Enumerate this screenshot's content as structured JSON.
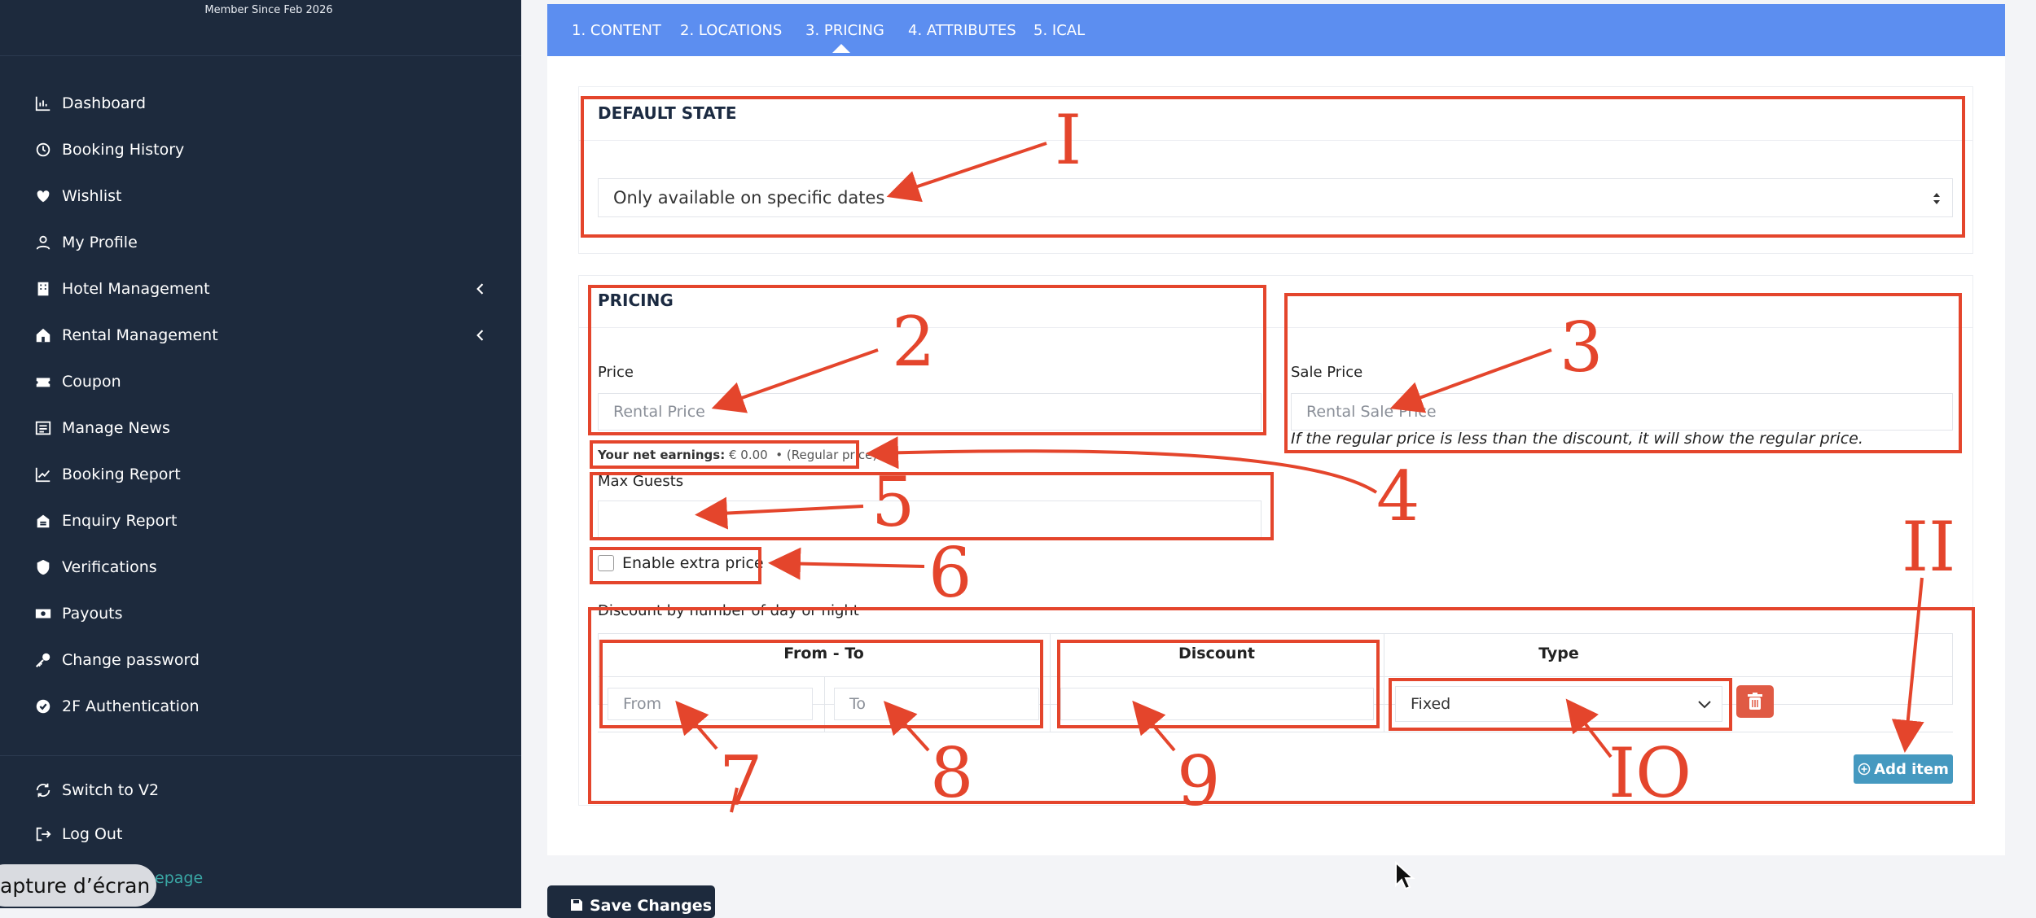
{
  "sidebar": {
    "member_since": "Member Since Feb 2026",
    "items": [
      {
        "label": "Dashboard",
        "icon": "chart-icon"
      },
      {
        "label": "Booking History",
        "icon": "history-icon"
      },
      {
        "label": "Wishlist",
        "icon": "heart-icon"
      },
      {
        "label": "My Profile",
        "icon": "user-icon"
      },
      {
        "label": "Hotel Management",
        "icon": "building-icon"
      },
      {
        "label": "Rental Management",
        "icon": "house-icon"
      },
      {
        "label": "Coupon",
        "icon": "ticket-icon"
      },
      {
        "label": "Manage News",
        "icon": "news-icon"
      },
      {
        "label": "Booking Report",
        "icon": "line-chart-icon"
      },
      {
        "label": "Enquiry Report",
        "icon": "report-icon"
      },
      {
        "label": "Verifications",
        "icon": "shield-icon"
      },
      {
        "label": "Payouts",
        "icon": "money-icon"
      },
      {
        "label": "Change password",
        "icon": "key-icon"
      },
      {
        "label": "2F Authentication",
        "icon": "check-circle-icon"
      }
    ],
    "switch_label": "Switch to V2",
    "logout_label": "Log Out",
    "homepage_label": "epage"
  },
  "screenshot_tooltip": "apture d’écran",
  "tabs": [
    "1. CONTENT",
    "2. LOCATIONS",
    "3. PRICING",
    "4. ATTRIBUTES",
    "5. ICAL"
  ],
  "active_tab": "3. PRICING",
  "default_state": {
    "title": "DEFAULT STATE",
    "selected": "Only available on specific dates"
  },
  "pricing": {
    "title": "PRICING",
    "price_label": "Price",
    "price_placeholder": "Rental Price",
    "sale_label": "Sale Price",
    "sale_placeholder": "Rental Sale Price",
    "sale_note": "If the regular price is less than the discount, it will show the regular price.",
    "earnings_label": "Your net earnings:",
    "earnings_value": "€ 0.00",
    "earnings_suffix": "• (Regular price)",
    "max_guests_label": "Max Guests",
    "extra_price_label": "Enable extra price"
  },
  "discount": {
    "title": "Discount by number of day or night",
    "headers": [
      "From - To",
      "Discount",
      "Type"
    ],
    "from_placeholder": "From",
    "to_placeholder": "To",
    "type_value": "Fixed",
    "add_item_label": "Add item"
  },
  "save_label": "Save Changes",
  "annotations": [
    "I",
    "2",
    "3",
    "4",
    "5",
    "6",
    "7",
    "8",
    "9",
    "IO",
    "II"
  ],
  "annotation_color": "#e4452c",
  "accent_color": "#5c8ef0"
}
